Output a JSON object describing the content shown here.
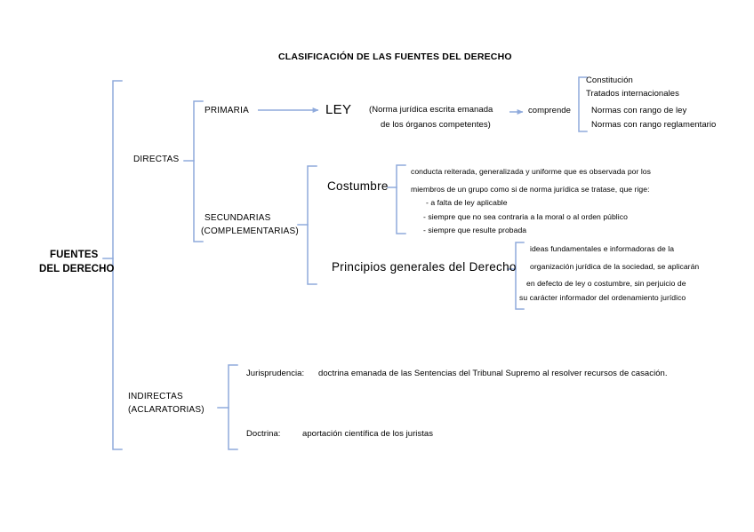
{
  "diagram": {
    "title": "CLASIFICACIÓN DE LAS FUENTES DEL DERECHO",
    "root": {
      "line1": "FUENTES",
      "line2": "DEL DERECHO"
    },
    "branches": {
      "directas": "DIRECTAS",
      "indirectas_line1": "INDIRECTAS",
      "indirectas_line2": "(ACLARATORIAS)"
    },
    "directas": {
      "primaria": {
        "label": "PRIMARIA",
        "node": "LEY",
        "note_line1": "(Norma jurídica escrita emanada",
        "note_line2": "de los órganos competentes)",
        "connector": "comprende",
        "comprende_items": [
          "Constitución",
          "Tratados internacionales",
          "Normas con rango de ley",
          "Normas con rango reglamentario"
        ]
      },
      "secundarias": {
        "label_line1": "SECUNDARIAS",
        "label_line2": "(COMPLEMENTARIAS)",
        "costumbre": {
          "node": "Costumbre",
          "desc_line1": "conducta reiterada, generalizada y uniforme que es observada por los",
          "desc_line2": "miembros de un grupo como si de norma jurídica se tratase, que rige:",
          "bullets": [
            "- a falta de ley aplicable",
            "- siempre que no sea contraria a la moral o al orden público",
            "- siempre que resulte probada"
          ]
        },
        "principios": {
          "node": "Principios generales del Derecho",
          "desc_lines": [
            "ideas fundamentales e informadoras de la",
            "organización jurídica de la sociedad, se aplicarán",
            "en defecto de ley o costumbre, sin perjuicio de",
            "su carácter informador del ordenamiento jurídico"
          ]
        }
      }
    },
    "indirectas": {
      "jurisprudencia": {
        "term": "Jurisprudencia:",
        "definition": "doctrina emanada de las Sentencias del Tribunal Supremo al resolver recursos de casación."
      },
      "doctrina": {
        "term": "Doctrina:",
        "definition": "aportación científica de los juristas"
      }
    },
    "colors": {
      "bracket": "#8faadc",
      "arrow": "#8faadc",
      "text": "#000000",
      "background": "#ffffff"
    }
  }
}
